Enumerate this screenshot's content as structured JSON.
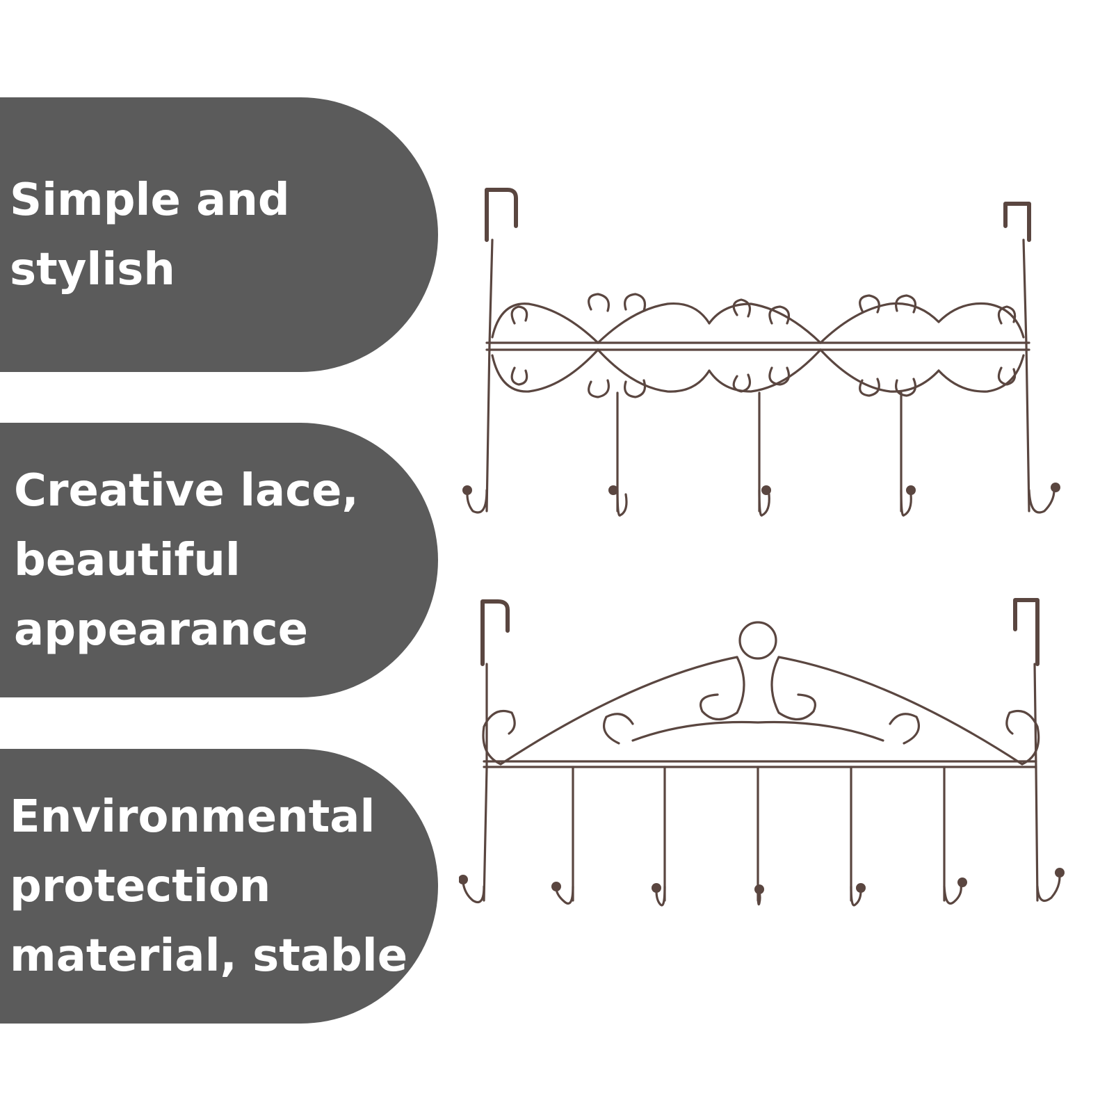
{
  "features": [
    {
      "text": "Simple and\nstylish"
    },
    {
      "text": "Creative lace,\nbeautiful\nappearance"
    },
    {
      "text": "Environmental\nprotection\nmaterial, stable"
    }
  ],
  "colors": {
    "pill": "#5b5b5b",
    "text": "#ffffff",
    "metal": "#5a4640",
    "background": "#ffffff"
  },
  "product": {
    "top_rack": {
      "hooks": 5
    },
    "bottom_rack": {
      "hooks": 7
    }
  }
}
